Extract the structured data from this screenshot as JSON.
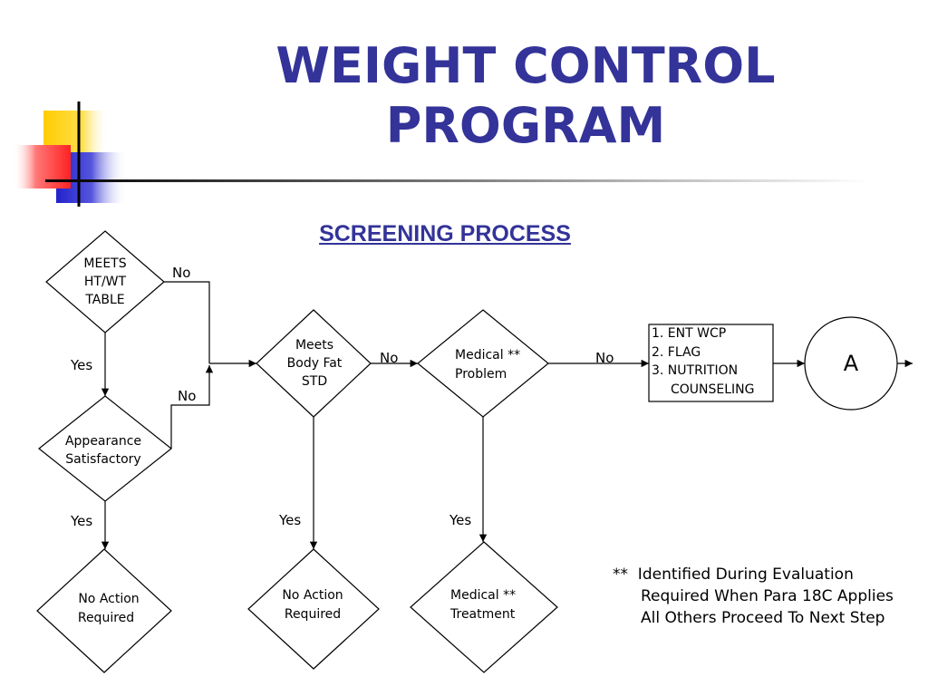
{
  "title": {
    "line1": "WEIGHT CONTROL",
    "line2": "PROGRAM"
  },
  "subtitle": "SCREENING PROCESS",
  "decision_ht_wt": {
    "line1": "MEETS",
    "line2": "HT/WT",
    "line3": "TABLE"
  },
  "decision_appearance": {
    "line1": "Appearance",
    "line2": "Satisfactory"
  },
  "decision_body_fat": {
    "line1": "Meets",
    "line2": "Body Fat",
    "line3": "STD"
  },
  "decision_medical": {
    "line1": "Medical **",
    "line2": "Problem"
  },
  "outcome_no_action_1": {
    "line1": "No Action",
    "line2": "Required"
  },
  "outcome_no_action_2": {
    "line1": "No Action",
    "line2": "Required"
  },
  "outcome_medical_treatment": {
    "line1": "Medical **",
    "line2": "Treatment"
  },
  "actions_box": {
    "line1": "1. ENT WCP",
    "line2": "2. FLAG",
    "line3": "3. NUTRITION",
    "line4": "COUNSELING"
  },
  "connector_a": "A",
  "edge_labels": {
    "htwt_no": "No",
    "htwt_yes": "Yes",
    "appearance_no": "No",
    "appearance_yes": "Yes",
    "bodyfat_no": "No",
    "bodyfat_yes": "Yes",
    "medical_no": "No",
    "medical_yes": "Yes"
  },
  "footnote": {
    "line1": "**  Identified During Evaluation",
    "line2": "Required When Para 18C Applies",
    "line3": "All Others Proceed To Next Step"
  }
}
